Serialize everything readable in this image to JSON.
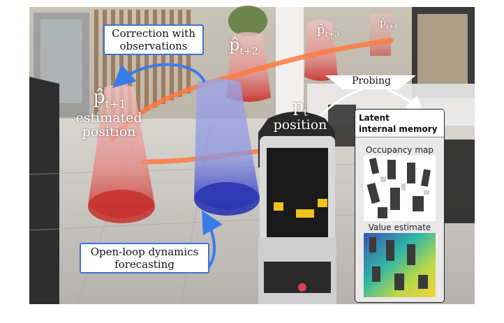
{
  "labels": {
    "p_hat_t1_main": "p̂",
    "p_hat_t1_sub": "t+1",
    "estimated_position": "estimated\nposition",
    "p_hat_t2_main": "p̂",
    "p_hat_t2_sub": "t+2",
    "p_hat_t3_main": "p̂",
    "p_hat_t3_sub": "t+3",
    "p_hat_t4_main": "p̂",
    "p_hat_t4_sub": "t+4",
    "p_t_main": "p",
    "p_t_sub": "t",
    "position": "position"
  },
  "callouts": {
    "correction": "Correction with\nobservations",
    "open_loop": "Open-loop dynamics\nforecasting",
    "probing": "Probing"
  },
  "panel": {
    "title": "Latent\ninternal memory",
    "occupancy_caption": "Occupancy map",
    "value_caption": "Value estimate"
  },
  "colors": {
    "callout_border": "#3f72d6",
    "arrow_blue": "#3a7bea",
    "trajectory_orange": "#ff7a3d",
    "estimate_red": "#d9463e",
    "current_blue": "#3b45c8"
  }
}
